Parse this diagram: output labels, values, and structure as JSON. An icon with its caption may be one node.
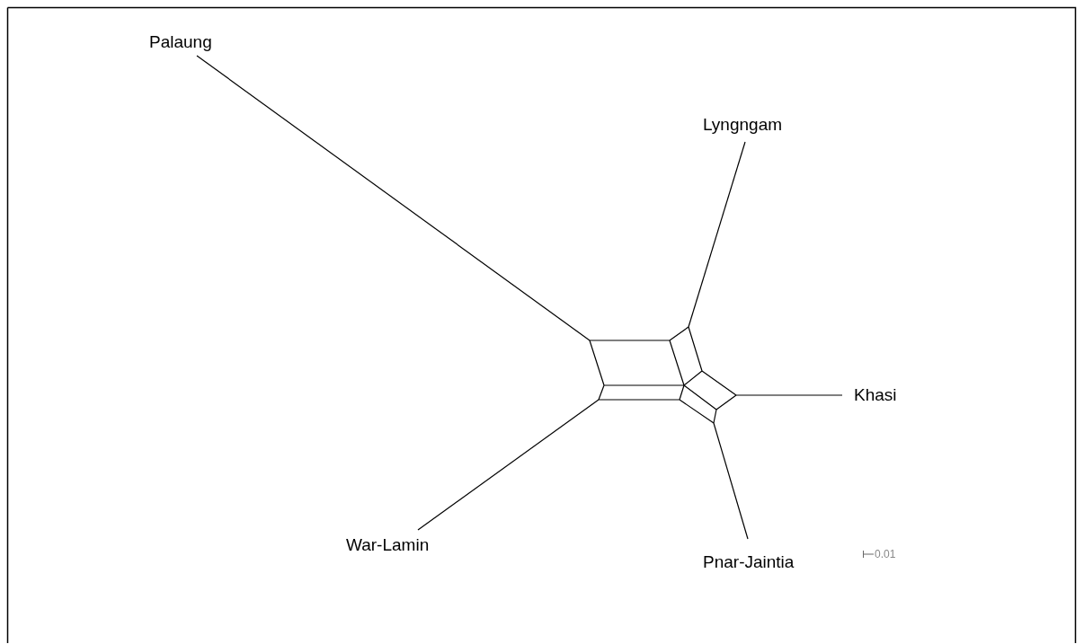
{
  "diagram": {
    "nodes": [
      {
        "text": [
          "Palaung"
        ]
      },
      {
        "text": [
          "Lyngngam"
        ]
      },
      {
        "text": [
          "Khasi"
        ]
      },
      {
        "text": [
          "Pnar-Jaintia"
        ]
      },
      {
        "text": [
          "War-Lamin"
        ]
      },
      {
        "text": [],
        "shape": "network"
      }
    ],
    "edges": [
      {
        "from": 0,
        "to": 5,
        "arrow": "none"
      },
      {
        "from": 1,
        "to": 5,
        "arrow": "none"
      },
      {
        "from": 2,
        "to": 5,
        "arrow": "none"
      },
      {
        "from": 3,
        "to": 5,
        "arrow": "none"
      },
      {
        "from": 4,
        "to": 5,
        "arrow": "none"
      }
    ],
    "labels": [
      "0.01"
    ]
  }
}
